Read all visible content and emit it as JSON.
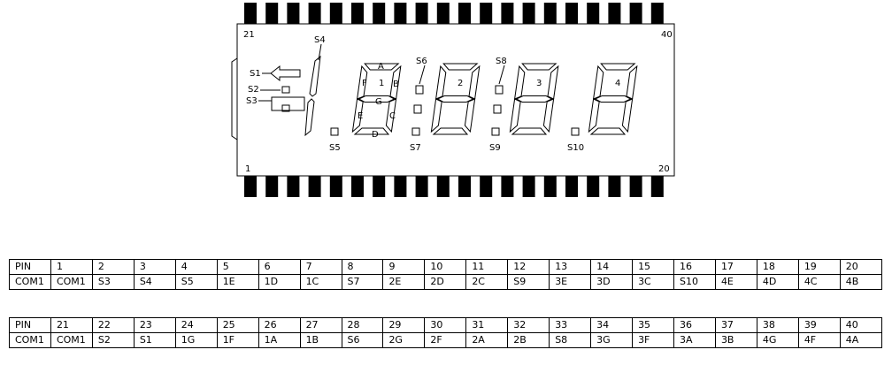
{
  "diagram": {
    "corner_pins": {
      "top_left": "21",
      "top_right": "40",
      "bottom_left": "1",
      "bottom_right": "20"
    },
    "segment_labels": {
      "a": "A",
      "b": "B",
      "c": "C",
      "d": "D",
      "e": "E",
      "f": "F",
      "g": "G"
    },
    "digit_numbers": [
      "1",
      "2",
      "3",
      "4"
    ],
    "symbols": {
      "s1": "S1",
      "s2": "S2",
      "s3": "S3",
      "s4": "S4",
      "s5": "S5",
      "s6": "S6",
      "s7": "S7",
      "s8": "S8",
      "s9": "S9",
      "s10": "S10"
    }
  },
  "tables": [
    {
      "rows": [
        [
          "PIN",
          "1",
          "2",
          "3",
          "4",
          "5",
          "6",
          "7",
          "8",
          "9",
          "10",
          "11",
          "12",
          "13",
          "14",
          "15",
          "16",
          "17",
          "18",
          "19",
          "20"
        ],
        [
          "COM1",
          "COM1",
          "S3",
          "S4",
          "S5",
          "1E",
          "1D",
          "1C",
          "S7",
          "2E",
          "2D",
          "2C",
          "S9",
          "3E",
          "3D",
          "3C",
          "S10",
          "4E",
          "4D",
          "4C",
          "4B"
        ]
      ]
    },
    {
      "rows": [
        [
          "PIN",
          "21",
          "22",
          "23",
          "24",
          "25",
          "26",
          "27",
          "28",
          "29",
          "30",
          "31",
          "32",
          "33",
          "34",
          "35",
          "36",
          "37",
          "38",
          "39",
          "40"
        ],
        [
          "COM1",
          "COM1",
          "S2",
          "S1",
          "1G",
          "1F",
          "1A",
          "1B",
          "S6",
          "2G",
          "2F",
          "2A",
          "2B",
          "S8",
          "3G",
          "3F",
          "3A",
          "3B",
          "4G",
          "4F",
          "4A"
        ]
      ]
    }
  ]
}
